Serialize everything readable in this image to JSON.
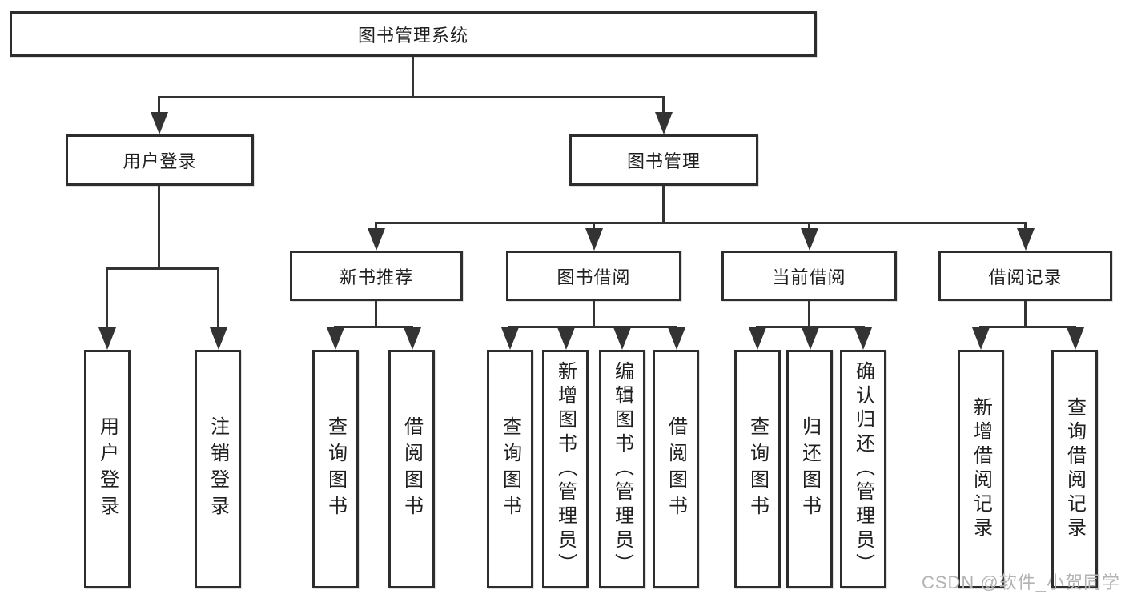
{
  "tree": {
    "label": "图书管理系统",
    "children": [
      {
        "label": "用户登录",
        "children": [
          {
            "label": "用户登录"
          },
          {
            "label": "注销登录"
          }
        ]
      },
      {
        "label": "图书管理",
        "children": [
          {
            "label": "新书推荐",
            "children": [
              {
                "label": "查询图书"
              },
              {
                "label": "借阅图书"
              }
            ]
          },
          {
            "label": "图书借阅",
            "children": [
              {
                "label": "查询图书"
              },
              {
                "label": "新增图书（管理员）"
              },
              {
                "label": "编辑图书（管理员）"
              },
              {
                "label": "借阅图书"
              }
            ]
          },
          {
            "label": "当前借阅",
            "children": [
              {
                "label": "查询图书"
              },
              {
                "label": "归还图书"
              },
              {
                "label": "确认归还（管理员）"
              }
            ]
          },
          {
            "label": "借阅记录",
            "children": [
              {
                "label": "新增借阅记录"
              },
              {
                "label": "查询借阅记录"
              }
            ]
          }
        ]
      }
    ]
  },
  "watermark": "CSDN @软件_小贺同学",
  "colors": {
    "line": "#333333",
    "box_border": "#2d2d2d",
    "text": "#1f1f1f",
    "background": "#ffffff",
    "watermark_text": "#b3b3b3"
  }
}
